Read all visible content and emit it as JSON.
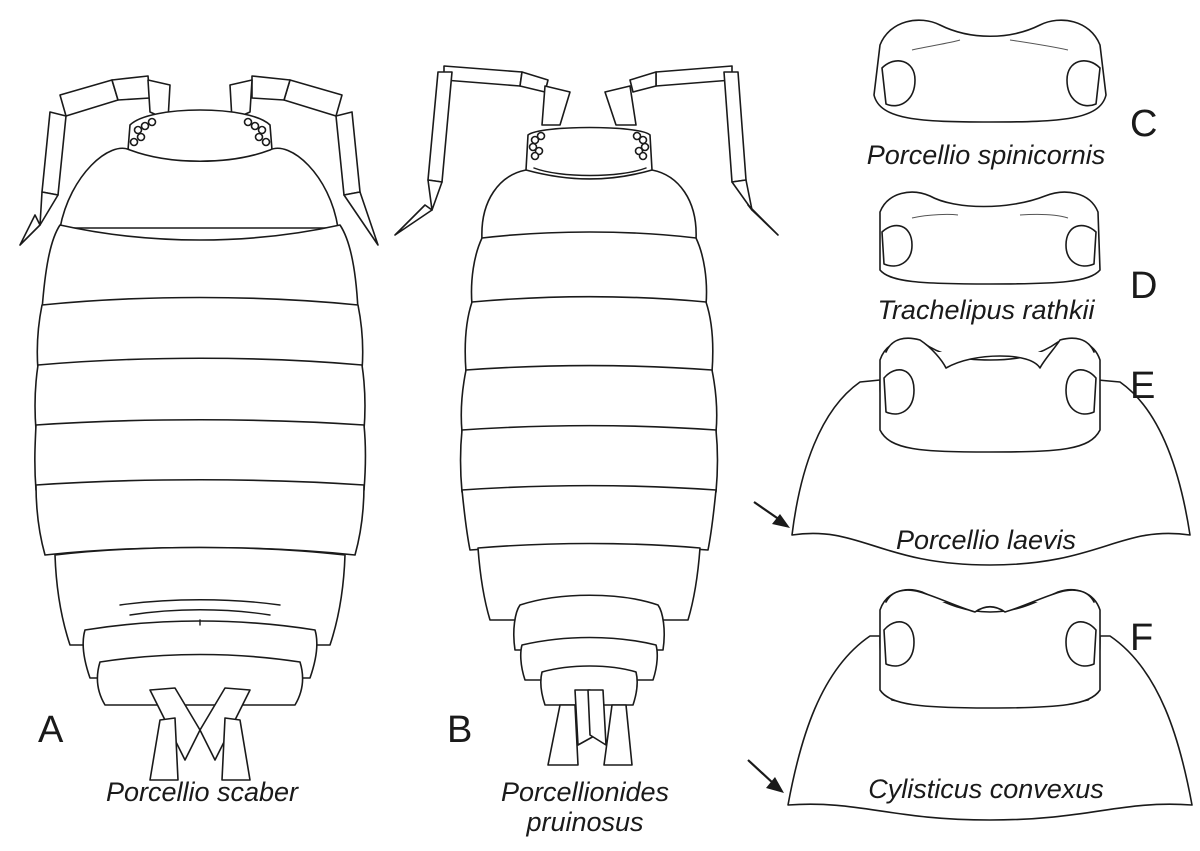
{
  "panels": [
    {
      "letter": "A",
      "species": [
        "Porcellio scaber"
      ]
    },
    {
      "letter": "B",
      "species": [
        "Porcellionides",
        "pruinosus"
      ]
    },
    {
      "letter": "C",
      "species": [
        "Porcellio spinicornis"
      ]
    },
    {
      "letter": "D",
      "species": [
        "Trachelipus rathkii"
      ]
    },
    {
      "letter": "E",
      "species": [
        "Porcellio laevis"
      ]
    },
    {
      "letter": "F",
      "species": [
        "Cylisticus convexus"
      ]
    }
  ],
  "colors": {
    "ink": "#1a1a1a",
    "background": "#ffffff"
  }
}
